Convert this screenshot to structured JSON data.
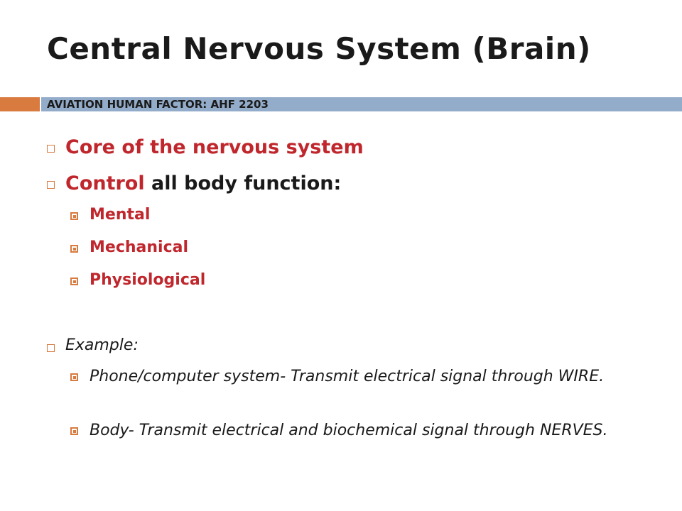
{
  "slide": {
    "title": "Central Nervous System (Brain)",
    "course_band": "AVIATION HUMAN FACTOR:  AHF 2203"
  },
  "bullets": {
    "core": "Core of the nervous system",
    "control_word": "Control",
    "control_rest": " all body function:",
    "sub_items": [
      "Mental",
      "Mechanical",
      "Physiological"
    ],
    "example_label": "Example:",
    "example_items": [
      "Phone/computer system- Transmit electrical signal through WIRE.",
      "Body- Transmit electrical and biochemical signal through NERVES."
    ]
  },
  "colors": {
    "accent_orange": "#d97a3e",
    "band_blue": "#93acc9",
    "emphasis_red": "#c0272d"
  }
}
